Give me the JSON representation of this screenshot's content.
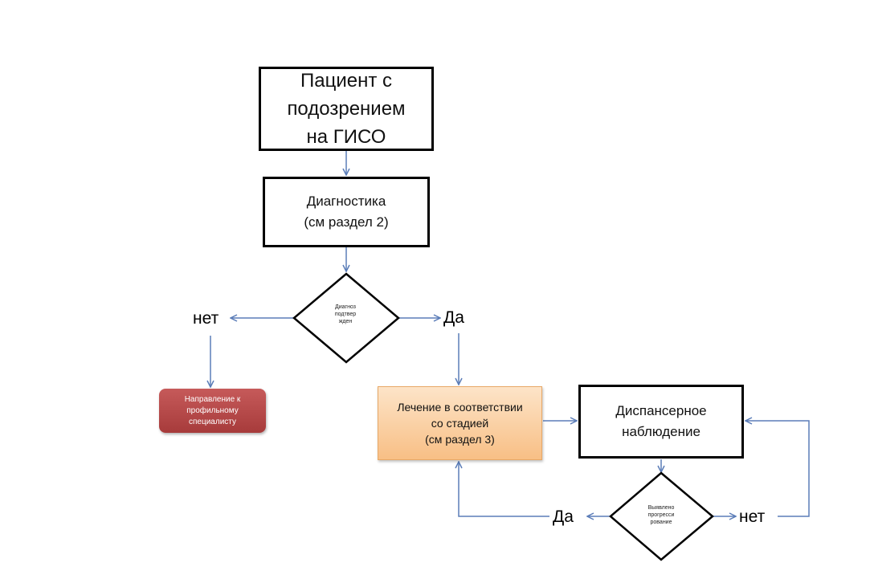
{
  "diagram": {
    "nodes": {
      "patient": {
        "text": "Пациент с\nподозрением\nна ГИСО"
      },
      "diagnostics": {
        "text": "Диагностика\n(см раздел 2)"
      },
      "decision_confirmed": {
        "text": "Диагноз\nподтвер\nжден"
      },
      "referral": {
        "text": "Направление к\nпрофильному\nспециалисту",
        "fill": "#b84848"
      },
      "treatment": {
        "text": "Лечение в соответствии\nсо стадией\n(см раздел 3)",
        "fill": "#fbd3a6"
      },
      "dispensary": {
        "text": "Диспансерное\nнаблюдение"
      },
      "decision_progression": {
        "text": "Выявлено\nпрогресси\nрование"
      }
    },
    "branch_labels": {
      "no_1": "нет",
      "yes_1": "Да",
      "yes_2": "Да",
      "no_2": "нет"
    },
    "colors": {
      "arrow": "#5b7db8",
      "box_border": "#000000"
    }
  }
}
